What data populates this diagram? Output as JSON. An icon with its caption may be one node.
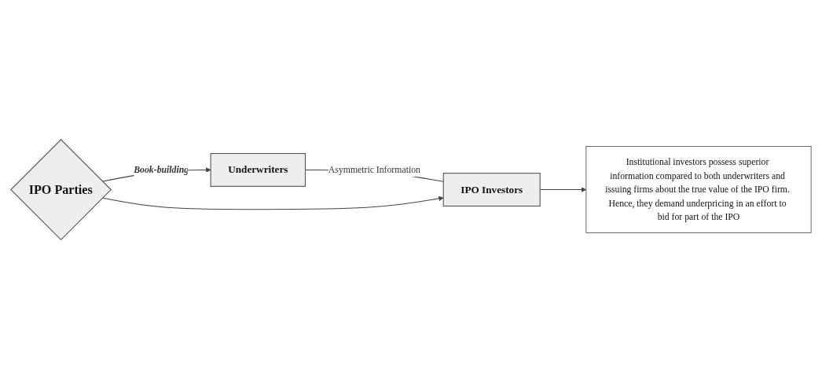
{
  "diagram": {
    "nodes": [
      {
        "text": [
          "Underwriters"
        ]
      },
      {
        "text": [
          "IPO Parties"
        ]
      },
      {
        "text": [
          "IPO Investors"
        ]
      },
      {
        "text": [
          "Institutional investors possess superior information compared to both underwriters and issuing firms about the true value of the IPO firm. Hence, they demand underpricing in an effort to bid for part of the IPO"
        ]
      }
    ],
    "edges": [
      {
        "from": 1,
        "to": 0,
        "arrow": "to",
        "label": "Book-building"
      },
      {
        "from": 0,
        "to": 2,
        "arrow": "none",
        "label": "Asymmetric Information"
      },
      {
        "from": 1,
        "to": 2,
        "arrow": "to"
      },
      {
        "from": 2,
        "to": 3,
        "arrow": "to"
      }
    ]
  }
}
